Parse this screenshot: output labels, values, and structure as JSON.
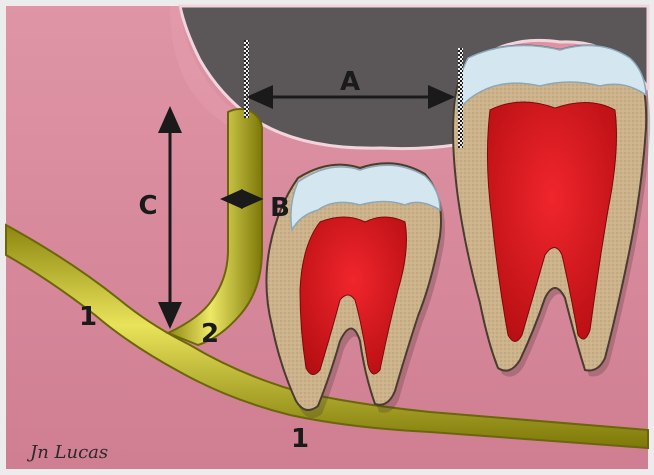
{
  "labels": {
    "a": "A",
    "b": "B",
    "c": "C",
    "nerve_1_left": "1",
    "nerve_1_bottom": "1",
    "nerve_2": "2"
  },
  "signature": "Jn Lucas",
  "colors": {
    "frame_outer": "#e8e8e8",
    "gum": "#d9899b",
    "gum_dark": "#b86a7e",
    "bone_cavity": "#5a5658",
    "nerve": "#c9c21e",
    "nerve_highlight": "#f2ef7a",
    "enamel": "#cfe4ee",
    "dentin": "#c8ae86",
    "pulp": "#d8141a",
    "arrow": "#1a1a1a"
  }
}
